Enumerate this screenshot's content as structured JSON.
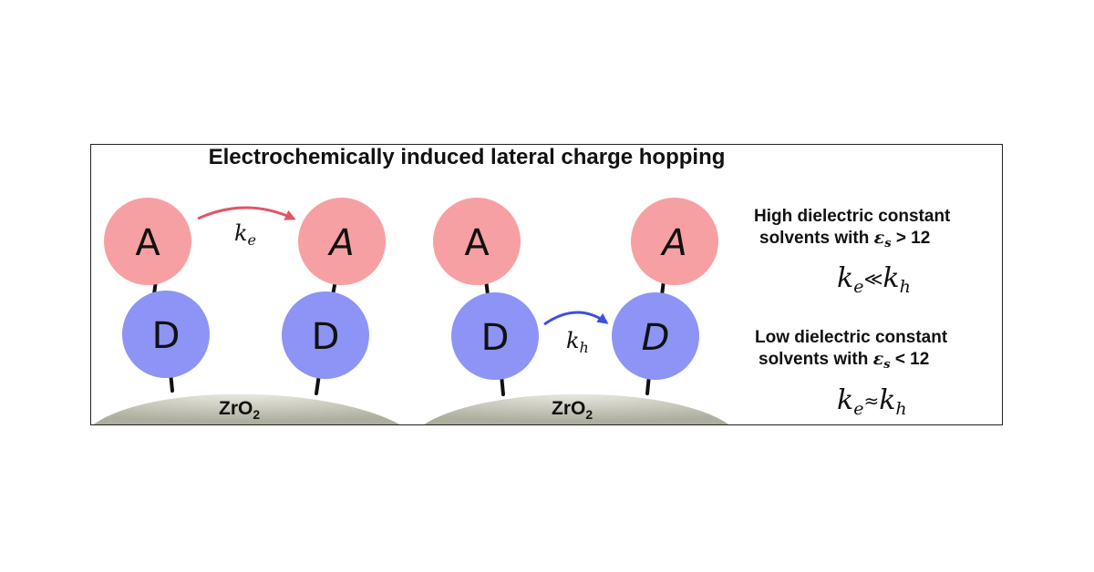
{
  "title": "Electrochemically induced lateral charge hopping",
  "molecule": {
    "acceptor": "A",
    "donor": "D"
  },
  "substrate": {
    "base": "ZrO",
    "subscript": "2"
  },
  "rates": {
    "electron": "k",
    "electron_sub": "e",
    "hole": "k",
    "hole_sub": "h"
  },
  "conditions": [
    {
      "line1": "High dielectric constant",
      "line2_prefix": "solvents with",
      "epsilon": "ε",
      "epsilon_sub": "s",
      "comparison": "> 12",
      "relation": "≪"
    },
    {
      "line1": "Low dielectric constant",
      "line2_prefix": "solvents with",
      "epsilon": "ε",
      "epsilon_sub": "s",
      "comparison": "< 12",
      "relation": "≈"
    }
  ],
  "colors": {
    "acceptor": "#f7a0a3",
    "donor": "#8d94f5",
    "substrate": "#c6c5b8",
    "electron_arrow": "#e05566",
    "hole_arrow": "#3c4fe0",
    "linker": "#111111"
  }
}
